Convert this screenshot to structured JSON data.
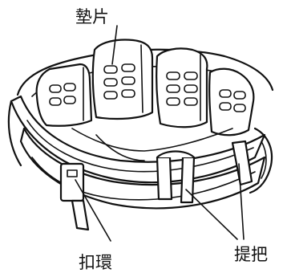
{
  "labels": {
    "pad": "墊片",
    "buckle": "扣環",
    "handle": "提把"
  },
  "colors": {
    "line": "#111111",
    "background": "#ffffff"
  }
}
